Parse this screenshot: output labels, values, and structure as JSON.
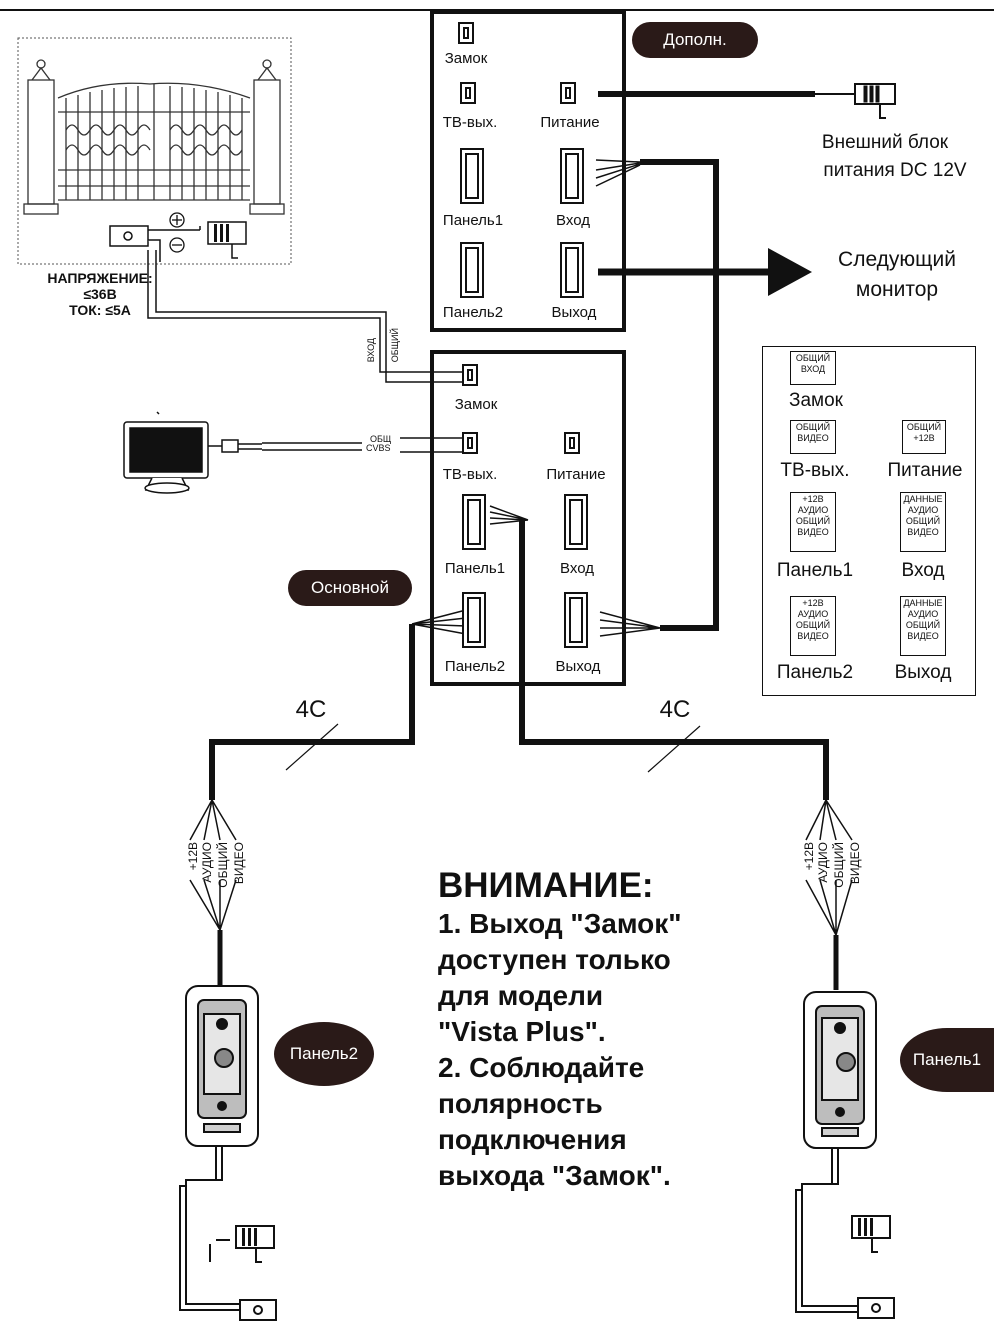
{
  "top_block": {
    "badge": "Дополн.",
    "lock": "Замок",
    "tv_out": "ТВ-вых.",
    "power": "Питание",
    "panel1": "Панель1",
    "input": "Вход",
    "panel2": "Панель2",
    "output": "Выход"
  },
  "main_block": {
    "badge": "Основной",
    "lock": "Замок",
    "tv_out": "ТВ-вых.",
    "power": "Питание",
    "panel1": "Панель1",
    "input": "Вход",
    "panel2": "Панель2",
    "output": "Выход"
  },
  "external_power": {
    "line1": "Внешний блок",
    "line2": "питания DC 12V"
  },
  "next_monitor": {
    "line1": "Следующий",
    "line2": "монитор"
  },
  "lock_spec": {
    "line1": "НАПРЯЖЕНИЕ:",
    "line2": "≤36В",
    "line3": "ТОК: ≤5А"
  },
  "lock_wire": {
    "in": "ВХОД",
    "common": "ОБЩИЙ"
  },
  "tv_wire": {
    "common": "ОБЩ",
    "cvbs": "CVBS"
  },
  "cable_left": "4С",
  "cable_right": "4С",
  "panel_wires": {
    "w1": "+12В",
    "w2": "АУДИО",
    "w3": "ОБЩИЙ",
    "w4": "ВИДЕО"
  },
  "panel_left_badge": "Панель2",
  "panel_right_badge": "Панель1",
  "legend": {
    "lock": {
      "title": "Замок",
      "pins": [
        "ОБЩИЙ",
        "ВХОД"
      ]
    },
    "tv_out": {
      "title": "ТВ-вых.",
      "pins": [
        "ОБЩИЙ",
        "ВИДЕО"
      ]
    },
    "power": {
      "title": "Питание",
      "pins": [
        "ОБЩИЙ",
        "+12В"
      ]
    },
    "panel1": {
      "title": "Панель1",
      "pins": [
        "+12В",
        "АУДИО",
        "ОБЩИЙ",
        "ВИДЕО"
      ]
    },
    "input": {
      "title": "Вход",
      "pins": [
        "ДАННЫЕ",
        "АУДИО",
        "ОБЩИЙ",
        "ВИДЕО"
      ]
    },
    "panel2": {
      "title": "Панель2",
      "pins": [
        "+12В",
        "АУДИО",
        "ОБЩИЙ",
        "ВИДЕО"
      ]
    },
    "output": {
      "title": "Выход",
      "pins": [
        "ДАННЫЕ",
        "АУДИО",
        "ОБЩИЙ",
        "ВИДЕО"
      ]
    }
  },
  "warning": {
    "title": "ВНИМАНИЕ:",
    "line1": "1. Выход \"Замок\"",
    "line2": "доступен только",
    "line3": "для модели",
    "line4": "\"Vista Plus\".",
    "line5": "2. Соблюдайте",
    "line6": "полярность",
    "line7": "подключения",
    "line8": "выхода \"Замок\"."
  }
}
